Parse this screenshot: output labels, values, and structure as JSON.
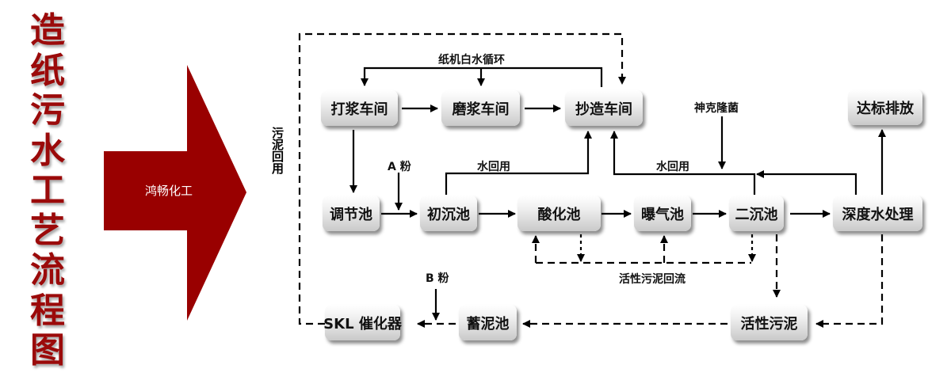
{
  "title_chars": [
    "造",
    "纸",
    "污",
    "水",
    "工",
    "艺",
    "流",
    "程",
    "图"
  ],
  "company": "鸿畅化工",
  "colors": {
    "title": "#9b0a0a",
    "arrow": "#990000",
    "line": "#000000"
  },
  "nodes": {
    "dajiang": "打浆车间",
    "mojiang": "磨浆车间",
    "chaozao": "抄造车间",
    "dabiao": "达标排放",
    "tiaojie": "调节池",
    "chuchen": "初沉池",
    "suanhua": "酸化池",
    "baoqi": "曝气池",
    "erchen": "二沉池",
    "shendu": "深度水处理",
    "skl": "SKL 催化器",
    "xuni": "蓄泥池",
    "huoxing": "活性污泥"
  },
  "labels": {
    "white_water": "纸机白水循环",
    "water_reuse_1": "水回用",
    "water_reuse_2": "水回用",
    "bacteria": "神克隆菌",
    "powder_a": "A 粉",
    "powder_b": "B 粉",
    "sludge_return": "活性污泥回流",
    "sludge_reuse": "污泥回用"
  }
}
